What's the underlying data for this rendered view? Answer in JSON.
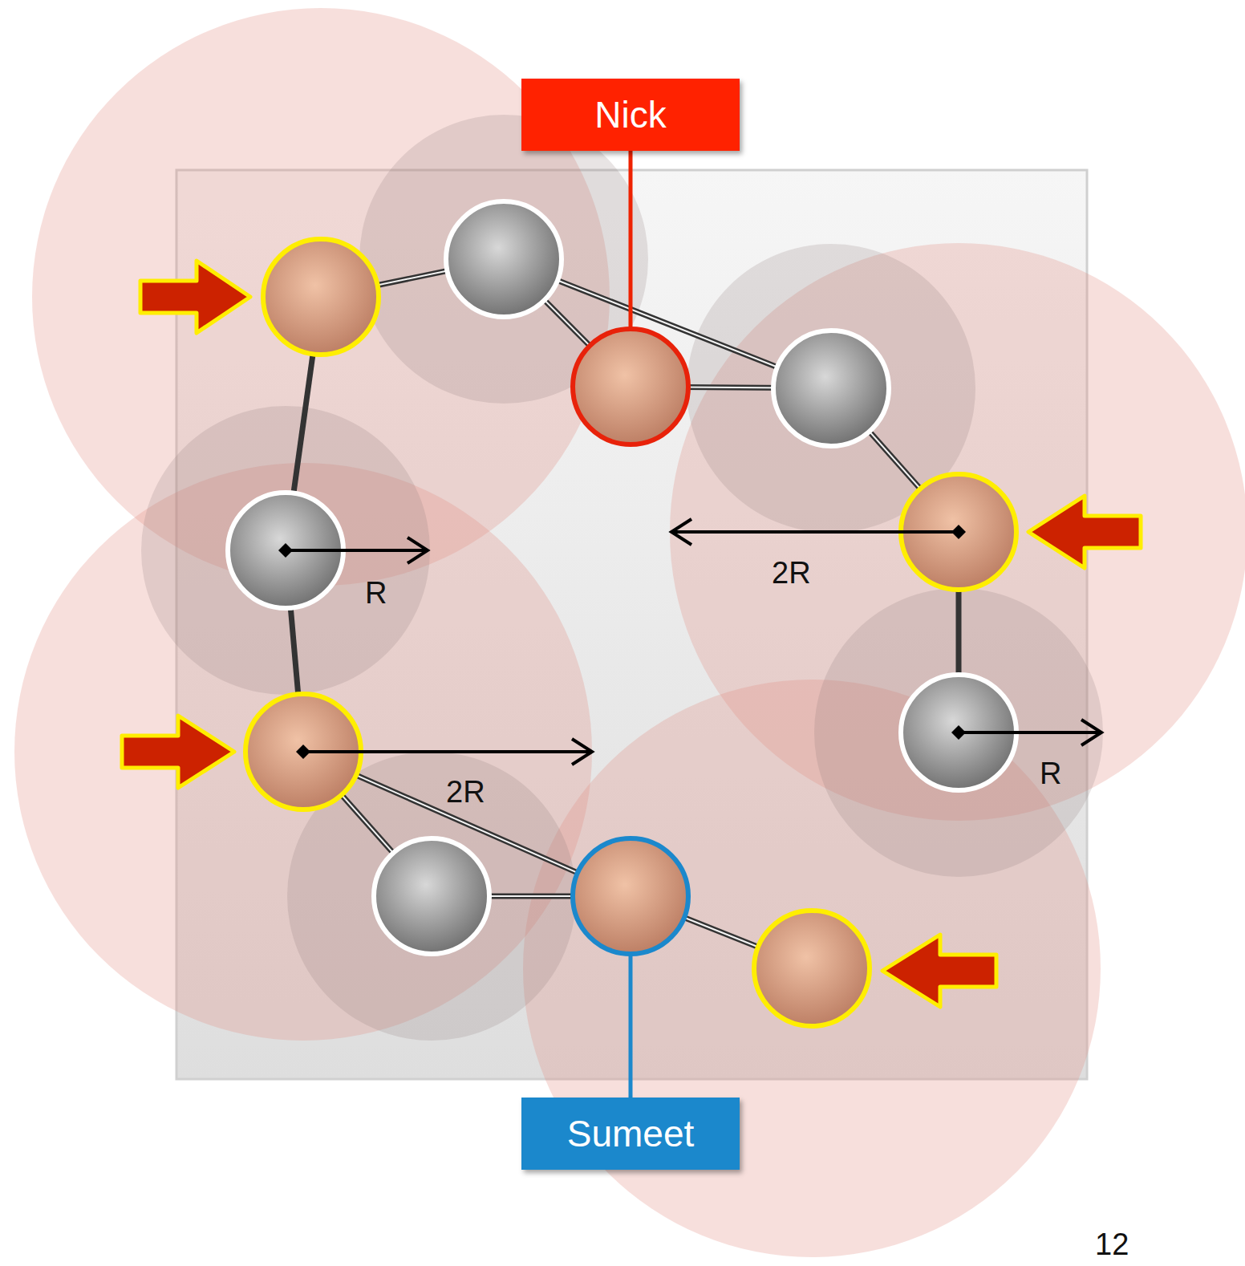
{
  "diagram": {
    "nodes": [
      {
        "text": [
          "Nick"
        ]
      },
      {
        "text": [
          "Sumeet"
        ]
      }
    ],
    "labels": [
      "2R",
      "R",
      "R",
      "2R",
      "12"
    ]
  }
}
